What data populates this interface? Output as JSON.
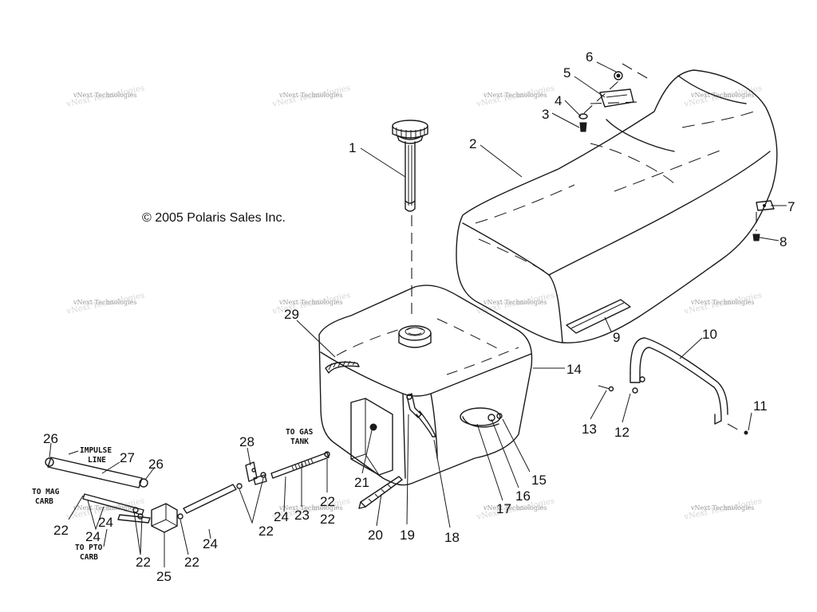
{
  "copyright": "© 2005 Polaris Sales Inc.",
  "watermark": "vNext Technologies",
  "callouts": [
    "1",
    "2",
    "3",
    "4",
    "5",
    "6",
    "7",
    "8",
    "9",
    "10",
    "11",
    "12",
    "13",
    "14",
    "15",
    "16",
    "17",
    "18",
    "19",
    "20",
    "21",
    "22",
    "22",
    "22",
    "22",
    "22",
    "22",
    "23",
    "24",
    "24",
    "24",
    "24",
    "25",
    "26",
    "26",
    "27",
    "28",
    "29"
  ],
  "tags": {
    "impulse_line": [
      "IMPULSE",
      "LINE"
    ],
    "to_mag_carb": [
      "TO MAG",
      "CARB"
    ],
    "to_pto_carb": [
      "TO PTO",
      "CARB"
    ],
    "to_gas_tank": [
      "TO GAS",
      "TANK"
    ]
  }
}
